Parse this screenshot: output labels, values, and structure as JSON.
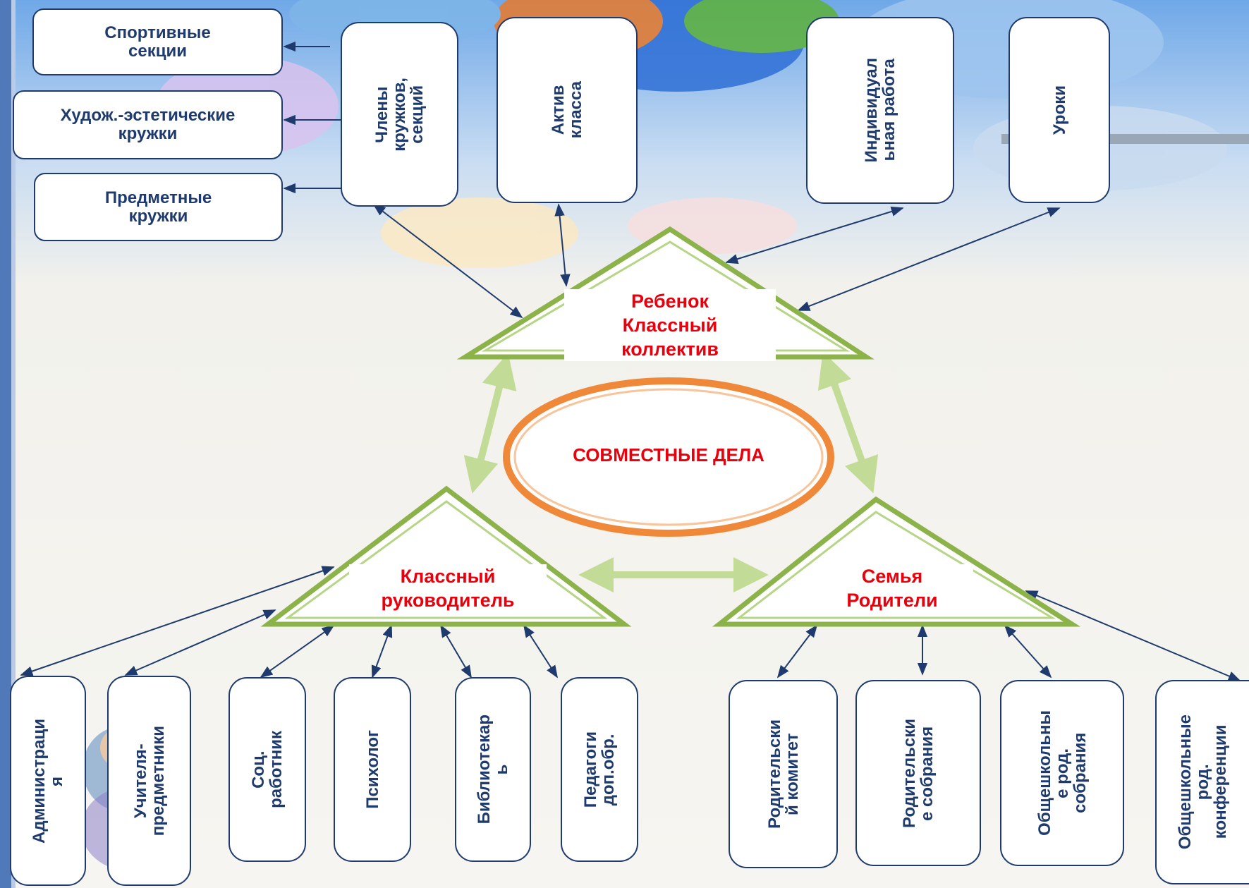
{
  "colors": {
    "box_border": "#1f3b6e",
    "box_text": "#1f3b6e",
    "triangle_stroke": "#8cb24a",
    "highlight_text": "#e8000c",
    "ellipse_stroke": "#f0883a"
  },
  "center": {
    "label": "СОВМЕСТНЫЕ ДЕЛА"
  },
  "triangles": {
    "child": "Ребенок\nКлассный\nколлектив",
    "teacher": "Классный\nруководитель",
    "family": "Семья\nРодители"
  },
  "top_left_boxes": [
    "Спортивные\nсекции",
    "Худож.-эстетические\nкружки",
    "Предметные\nкружки"
  ],
  "top_boxes": [
    "Члены\nкружков,\nсекций",
    "Актив\nкласса",
    "Индивидуал\nьная работа",
    "Уроки"
  ],
  "bottom_boxes": [
    "Администраци\nя",
    "Учителя-\nпредметники",
    "Соц.\nработник",
    "Психолог",
    "Библиотекар\nь",
    "Педагоги\nдоп.обр.",
    "Родительски\nй комитет",
    "Родительски\nе собрания",
    "Общешкольны\nе род.\nсобрания",
    "Общешкольные\nрод.\nконференции"
  ]
}
